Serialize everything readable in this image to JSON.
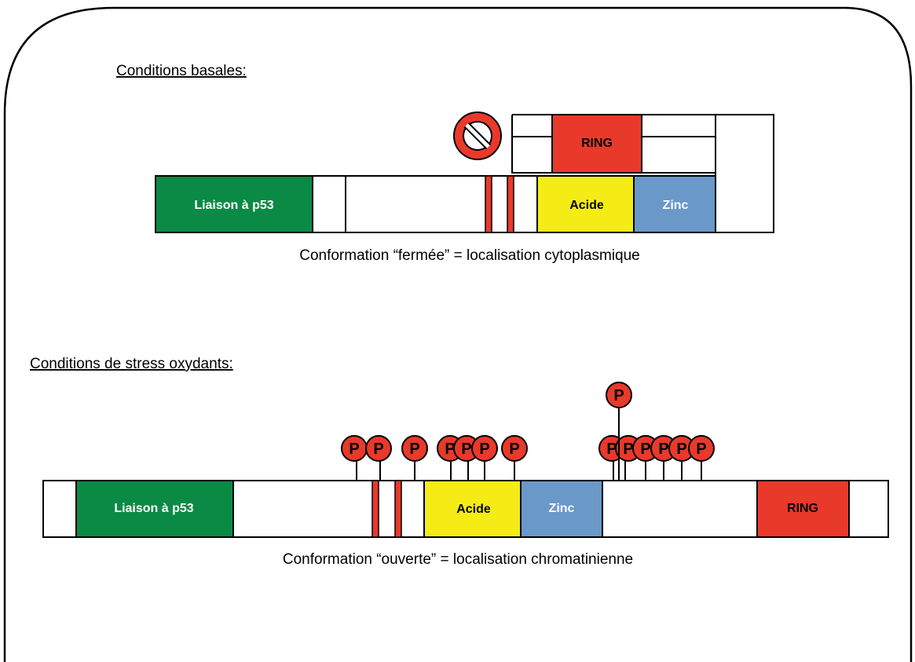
{
  "colors": {
    "green": "#0b8a45",
    "yellow": "#f4ec14",
    "blue": "#6a98c9",
    "red": "#e8392b",
    "white": "#ffffff",
    "outline": "#000000"
  },
  "basal": {
    "heading": "Conditions basales:",
    "caption": "Conformation “fermée” = localisation cytoplasmique",
    "domains": {
      "p53": "Liaison à p53",
      "acid": "Acide",
      "zinc": "Zinc",
      "ring": "RING"
    },
    "blocked_icon": "prohibition-icon"
  },
  "stress": {
    "heading": "Conditions de stress oxydants:",
    "caption": "Conformation “ouverte” = localisation chromatinienne",
    "domains": {
      "p53": "Liaison à p53",
      "acid": "Acide",
      "zinc": "Zinc",
      "ring": "RING"
    },
    "phospho_label": "P",
    "phospho_icon": "phosphorylation-pin-icon"
  }
}
